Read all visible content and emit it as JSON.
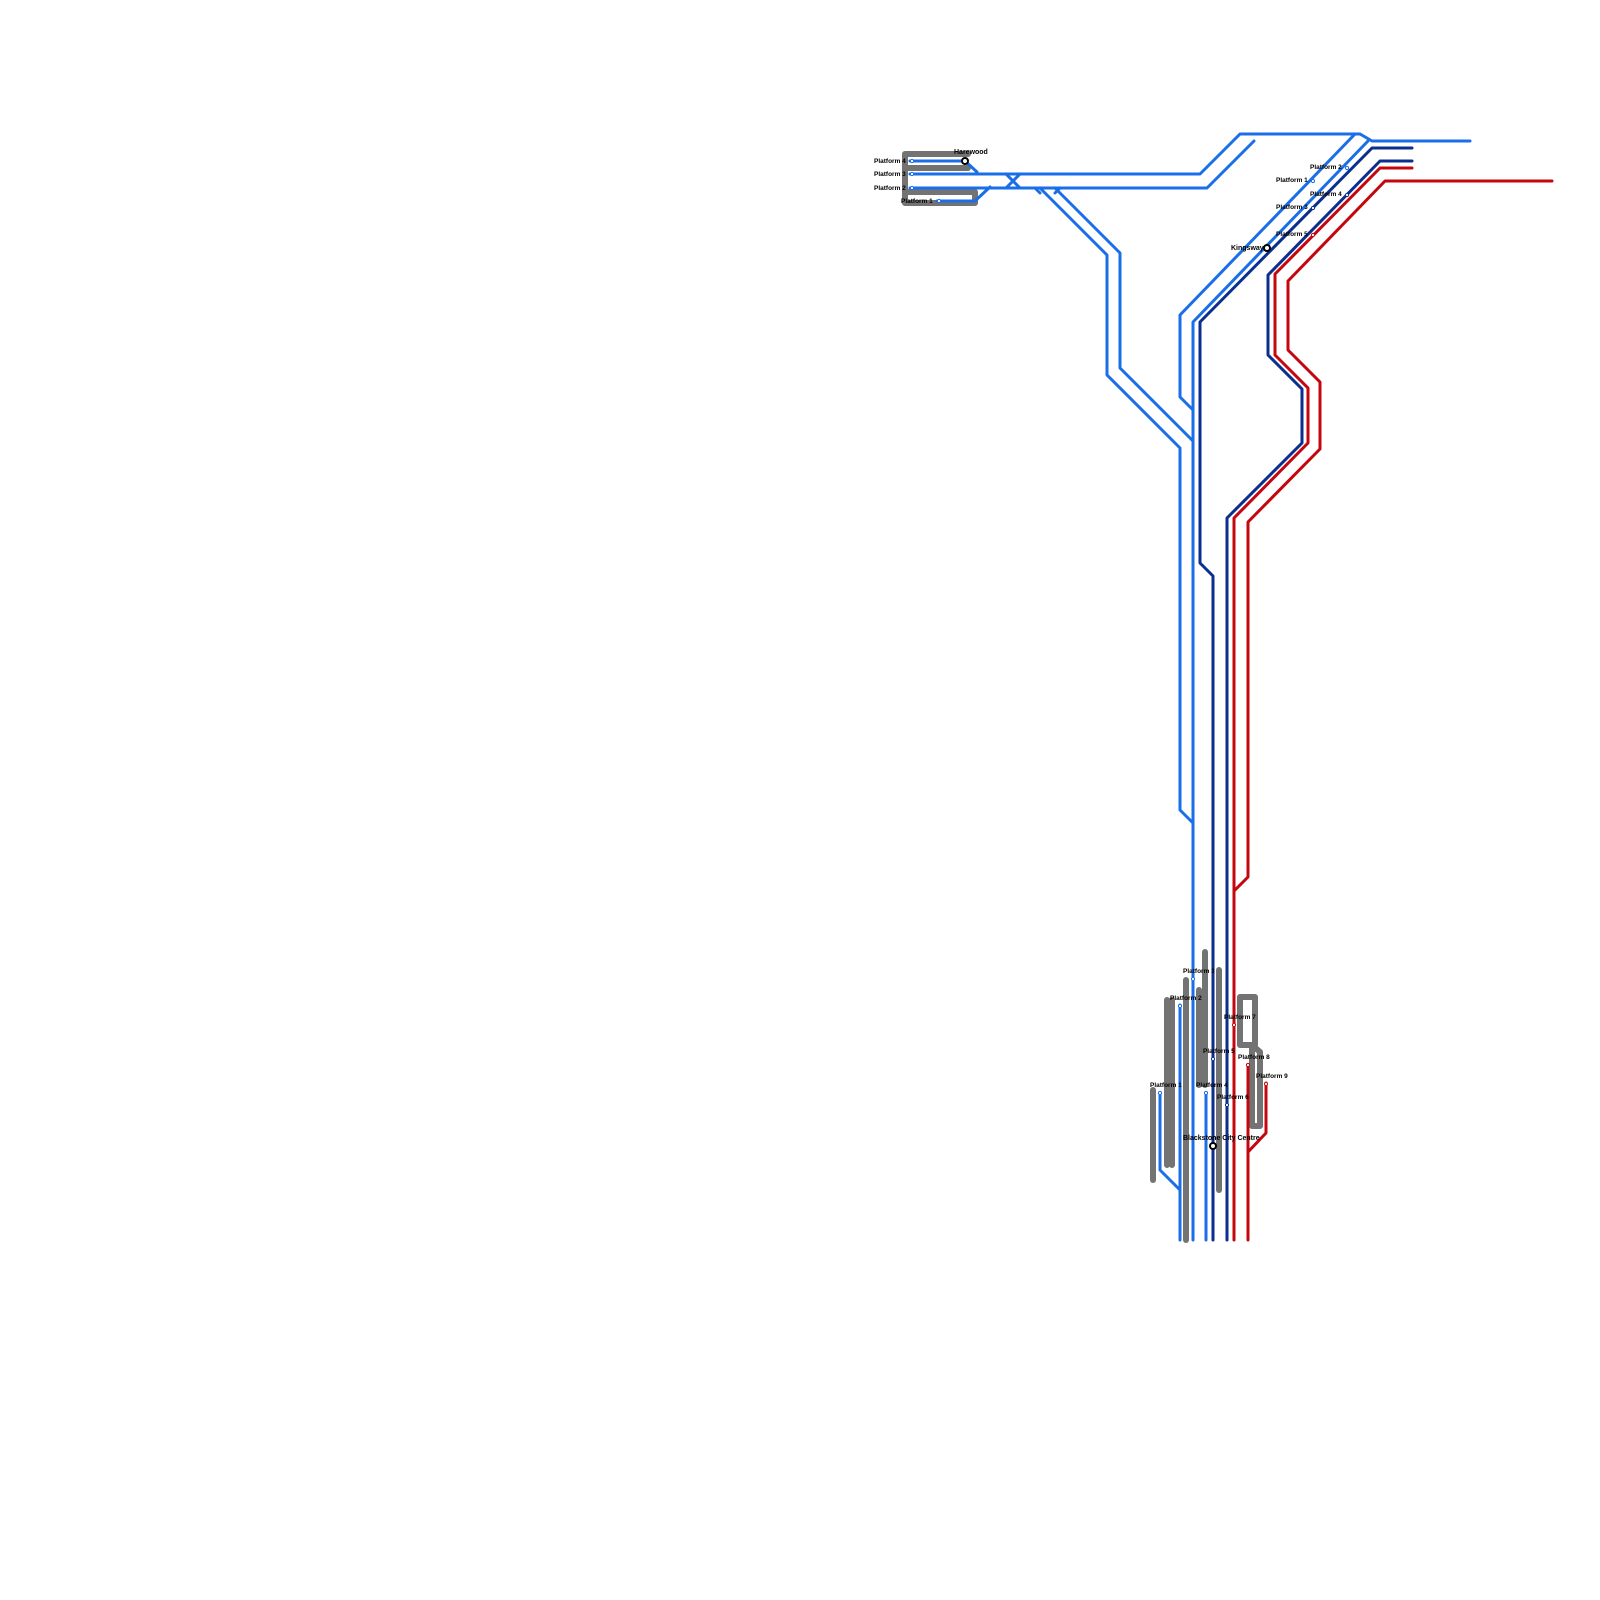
{
  "colors": {
    "background": "#ffffff",
    "light_blue": "#1a6ee8",
    "dark_blue": "#0a2f8f",
    "red": "#c4070e",
    "platform_grey": "#737373",
    "label": "#000000"
  },
  "stations": {
    "harewood": {
      "name": "Harewood"
    },
    "kingsway": {
      "name": "Kingsway"
    },
    "blackstone": {
      "name": "Blackstone City Centre"
    }
  },
  "platforms": {
    "harewood": [
      "Platform 4",
      "Platform 3",
      "Platform 2",
      "Platform 1"
    ],
    "kingsway": [
      "Platform 2",
      "Platform 1",
      "Platform 4",
      "Platform 3",
      "Platform 5"
    ],
    "blackstone": [
      "Platform 3",
      "Platform 2",
      "Platform 7",
      "Platform 5",
      "Platform 8",
      "Platform 1",
      "Platform 4",
      "Platform 9",
      "Platform 6"
    ]
  }
}
